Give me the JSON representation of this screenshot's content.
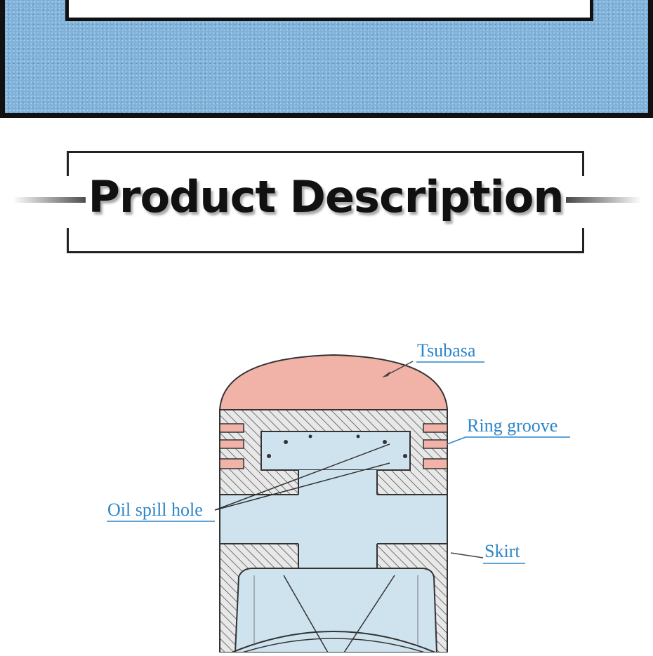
{
  "header": {
    "title": "Product Description"
  },
  "diagram": {
    "labels": {
      "crown": "Tsubasa",
      "ring_groove": "Ring groove",
      "oil_hole": "Oil spill hole",
      "skirt": "Skirt"
    },
    "colors": {
      "crown_fill": "#f1b3a8",
      "body_fill": "#cfe3ef",
      "hatch": "#555555",
      "label_color": "#2c86c8",
      "banner_blue": "#7fb2da"
    }
  }
}
